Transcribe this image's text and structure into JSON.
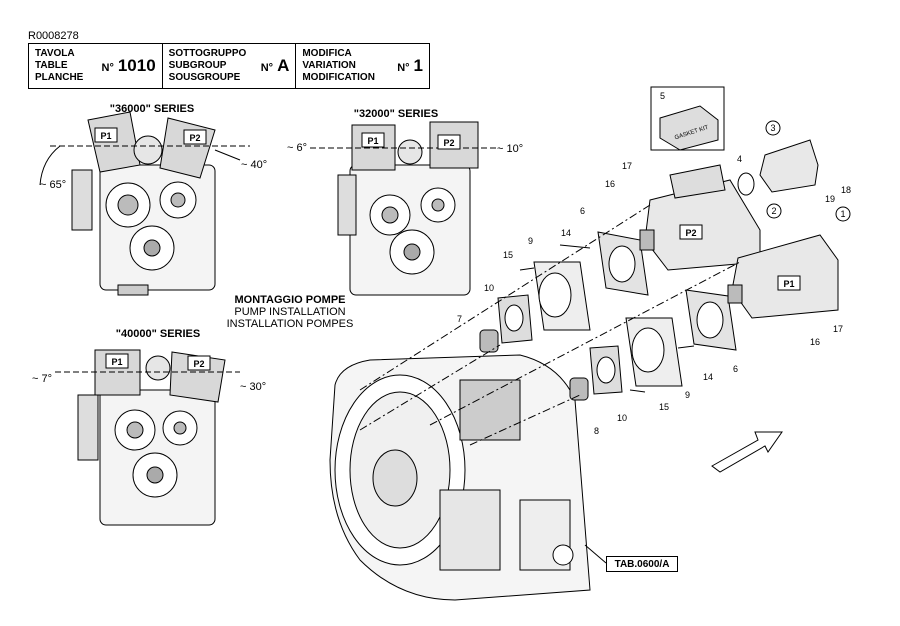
{
  "doc_code": "R0008278",
  "header": {
    "table": {
      "labels": [
        "TAVOLA",
        "TABLE",
        "PLANCHE"
      ],
      "no": "N°",
      "value": "1010"
    },
    "subgroup": {
      "labels": [
        "SOTTOGRUPPO",
        "SUBGROUP",
        "SOUSGROUPE"
      ],
      "no": "N°",
      "value": "A"
    },
    "variation": {
      "labels": [
        "MODIFICA",
        "VARIATION",
        "MODIFICATION"
      ],
      "no": "N°",
      "value": "1"
    }
  },
  "series": {
    "s36000": {
      "title": "\"36000\" SERIES",
      "angle_left": "~ 65°",
      "angle_right": "~ 40°"
    },
    "s32000": {
      "title": "\"32000\" SERIES",
      "angle_left": "~ 6°",
      "angle_right": "~ 10°"
    },
    "s40000": {
      "title": "\"40000\" SERIES",
      "angle_left": "~ 7°",
      "angle_right": "~ 30°"
    }
  },
  "pump_labels": {
    "p1": "P1",
    "p2": "P2"
  },
  "montaggio": {
    "it": "MONTAGGIO POMPE",
    "en": "PUMP INSTALLATION",
    "fr": "INSTALLATION POMPES"
  },
  "gasket_kit": "GASKET KIT",
  "tab_ref": "TAB.0600/A",
  "callouts": {
    "c1": "1",
    "c2": "2",
    "c3": "3",
    "c4": "4",
    "c5": "5",
    "c6a": "6",
    "c6b": "6",
    "c7": "7",
    "c8": "8",
    "c9a": "9",
    "c9b": "9",
    "c10a": "10",
    "c10b": "10",
    "c14a": "14",
    "c14b": "14",
    "c15a": "15",
    "c15b": "15",
    "c16a": "16",
    "c16b": "16",
    "c17a": "17",
    "c17b": "17",
    "c18": "18",
    "c19": "19"
  }
}
